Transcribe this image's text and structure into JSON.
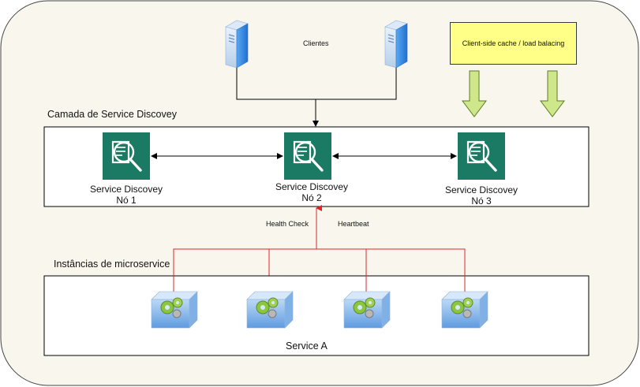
{
  "clients": {
    "label": "Clientes"
  },
  "cache_note": {
    "label": "Client-side cache / load balacing"
  },
  "discovery_layer": {
    "title": "Camada de Service Discovey",
    "nodes": [
      {
        "line1": "Service Discovey",
        "line2": "Nó 1"
      },
      {
        "line1": "Service Discovey",
        "line2": "Nó 2"
      },
      {
        "line1": "Service Discovey",
        "line2": "Nó 3"
      }
    ]
  },
  "edges": {
    "health_check": "Health Check",
    "heartbeat": "Heartbeat"
  },
  "instances_layer": {
    "title": "Instâncias de microservice",
    "service_label": "Service A"
  },
  "colors": {
    "background": "#f9f7ed",
    "discovery_icon": "#1b7a63",
    "arrow_green": "#cde78a",
    "note_fill": "#ffff88",
    "health_line": "#e0242a",
    "server_blue": "#3b8fe6"
  }
}
